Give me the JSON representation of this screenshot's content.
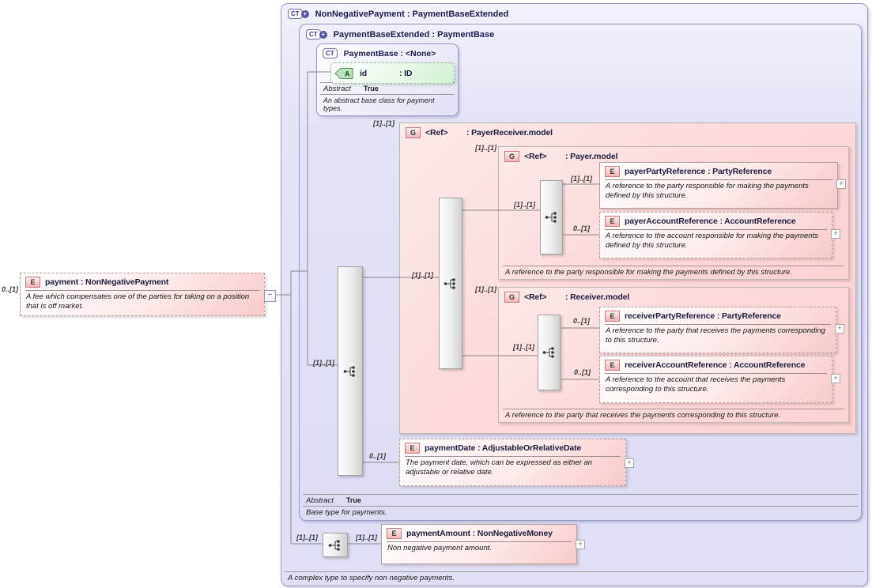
{
  "colors": {
    "complex_type_fill": "#e4e4f7",
    "complex_type_border": "#9a9ac9",
    "group_fill": "#fbdada",
    "element_fill_edge": "#f6c9c9",
    "attribute_fill": "#d2efd2",
    "connector_line": "#8a8a8a",
    "title_text": "#1c1c52"
  },
  "outer": {
    "icon": "CT",
    "icon_plus": "+",
    "title": "NonNegativePayment : PaymentBaseExtended",
    "footer": "A complex type to specify non negative payments."
  },
  "pbe": {
    "icon": "CT",
    "icon_plus": "+",
    "title": "PaymentBaseExtended : PaymentBase",
    "abstract_label": "Abstract",
    "abstract_value": "True",
    "footer": "Base type for payments.",
    "seq_cardinality": "[1]..[1]"
  },
  "base": {
    "icon": "CT",
    "title": "PaymentBase : <None>",
    "attribute": {
      "icon": "A",
      "name": "id",
      "type": ": ID"
    },
    "abstract_label": "Abstract",
    "abstract_value": "True",
    "footer": "An abstract base class for payment types."
  },
  "payment": {
    "icon": "E",
    "cardinality": "0..[1]",
    "name": "payment",
    "type": ": NonNegativePayment",
    "desc": "A fee which compensates one of the parties for taking on a position that is off market.",
    "connector_toggle": "−"
  },
  "payer_receiver": {
    "icon": "G",
    "cardinality": "[1]..[1]",
    "name": "<Ref>",
    "type": ": PayerReceiver.model",
    "seq_cardinality": "[1]..[1]"
  },
  "payer": {
    "icon": "G",
    "cardinality": "[1]..[1]",
    "name": "<Ref>",
    "type": ": Payer.model",
    "seq_cardinality": "[1]..[1]",
    "footer": "A reference to the party responsible for making the payments defined by this structure."
  },
  "receiver": {
    "icon": "G",
    "cardinality": "[1]..[1]",
    "name": "<Ref>",
    "type": ": Receiver.model",
    "seq_cardinality": "[1]..[1]",
    "footer": "A reference to the party that receives the payments corresponding to this structure."
  },
  "payer_party": {
    "icon": "E",
    "cardinality": "[1]..[1]",
    "name": "payerPartyReference",
    "type": ": PartyReference",
    "desc": "A reference to the party responsible for making the payments defined by this structure.",
    "expander": "+"
  },
  "payer_account": {
    "icon": "E",
    "cardinality": "0..[1]",
    "name": "payerAccountReference",
    "type": ": AccountReference",
    "desc": "A reference to the account responsible for making the payments defined by this structure.",
    "expander": "+"
  },
  "receiver_party": {
    "icon": "E",
    "cardinality": "0..[1]",
    "name": "receiverPartyReference",
    "type": ": PartyReference",
    "desc": "A reference to the party that receives the payments corresponding to this structure.",
    "expander": "+"
  },
  "receiver_account": {
    "icon": "E",
    "cardinality": "0..[1]",
    "name": "receiverAccountReference",
    "type": ": AccountReference",
    "desc": "A reference to the account that receives the payments corresponding to this structure.",
    "expander": "+"
  },
  "payment_date": {
    "icon": "E",
    "cardinality": "0..[1]",
    "name": "paymentDate",
    "type": ": AdjustableOrRelativeDate",
    "desc": "The payment date, which can be expressed as either an adjustable or relative date.",
    "expander": "+"
  },
  "payment_amount": {
    "icon": "E",
    "cardinality_left": "[1]..[1]",
    "cardinality_right": "[1]..[1]",
    "name": "paymentAmount",
    "type": ": NonNegativeMoney",
    "desc": "Non negative payment amount.",
    "expander": "+"
  }
}
